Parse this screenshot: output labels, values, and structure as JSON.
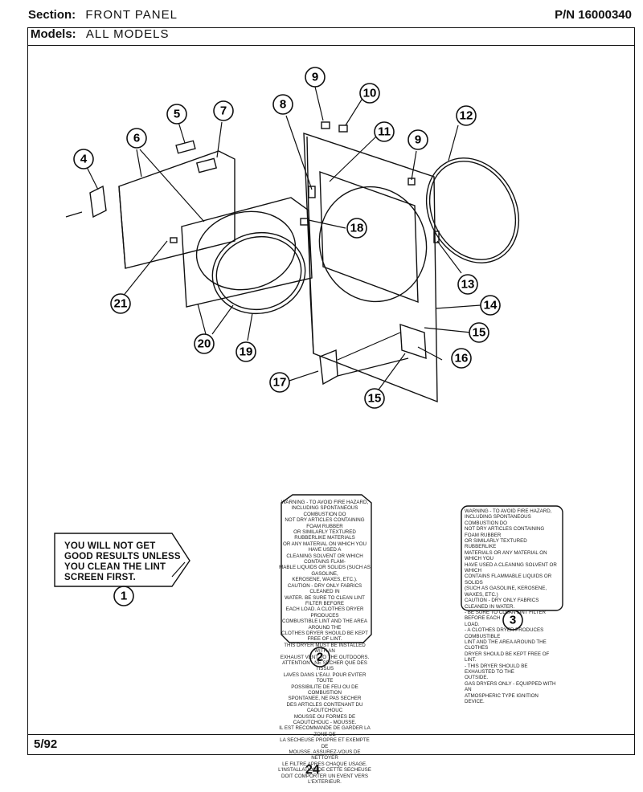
{
  "header": {
    "section_label": "Section:",
    "section_value": "FRONT PANEL",
    "models_label": "Models:",
    "models_value": "ALL MODELS",
    "part_number_label": "P/N",
    "part_number_value": "16000340"
  },
  "footer": {
    "date": "5/92",
    "page_number": "24"
  },
  "callouts": [
    "1",
    "2",
    "3",
    "4",
    "5",
    "6",
    "7",
    "8",
    "9",
    "9",
    "10",
    "11",
    "12",
    "13",
    "14",
    "15",
    "15",
    "16",
    "17",
    "18",
    "19",
    "20",
    "21"
  ],
  "labels": {
    "lint_warning": "YOU WILL NOT GET\nGOOD RESULTS UNLESS\nYOU CLEAN THE LINT\nSCREEN FIRST.",
    "fire_warning_label": "WARNING - TO AVOID FIRE HAZARD,\nINCLUDING SPONTANEOUS COMBUSTION DO\nNOT DRY ARTICLES CONTAINING FOAM RUBBER\nOR SIMILARLY TEXTURED RUBBERLIKE MATERIALS\nOR ANY MATERIAL ON WHICH YOU HAVE USED A\nCLEANING SOLVENT OR WHICH CONTAINS FLAM-\nMABLE LIQUIDS OR SOLIDS (SUCH AS GASOLINE,\nKEROSENE, WAXES, ETC.).\nCAUTION - DRY ONLY FABRICS CLEANED IN\nWATER. BE SURE TO CLEAN LINT FILTER BEFORE\nEACH LOAD. A CLOTHES DRYER PRODUCES\nCOMBUSTIBLE LINT AND THE AREA AROUND THE\nCLOTHES DRYER SHOULD BE KEPT FREE OF LINT.\nTHIS DRYER MUST BE INSTALLED WITH AN\nEXHAUST VENT TO THE OUTDOORS.\nATTENTION - NE SECHER QUE DES TISSUS\nLAVES DANS L'EAU. POUR EVITER TOUTE\nPOSSIBILITE DE FEU OU DE COMBUSTION\nSPONTANEE, NE PAS SECHER\nDES ARTICLES CONTENANT DU CAOUTCHOUC\nMOUSSE OU FORMES DE CAOUTCHOUC - MOUSSE.\nIL EST RECOMMANDE DE GARDER LA ZONE DE\nLA SECHEUSE PROPRE ET EXEMPTE DE\nMOUSSE. ASSUREZ-VOUS DE NETTOYER\nLE FILTRE APRES CHAQUE USAGE.\nL'INSTALLATION DE CETTE SECHEUSE\nDOIT COMPORTER UN EVENT VERS\nL'EXTERIEUR.",
    "gas_warning_label": "WARNING - TO AVOID FIRE HAZARD,\nINCLUDING SPONTANEOUS COMBUSTION DO\nNOT DRY ARTICLES CONTAINING FOAM RUBBER\nOR SIMILARLY TEXTURED RUBBERLIKE\nMATERIALS OR ANY MATERIAL ON WHICH YOU\nHAVE USED A CLEANING SOLVENT OR WHICH\nCONTAINS FLAMMABLE LIQUIDS OR SOLIDS\n(SUCH AS GASOLINE, KEROSENE, WAXES, ETC.)\nCAUTION - DRY ONLY FABRICS CLEANED IN WATER.\n- BE SURE TO CLEAN LINT FILTER BEFORE EACH\nLOAD.\n- A CLOTHES DRYER PRODUCES COMBUSTIBLE\nLINT AND THE AREA AROUND THE CLOTHES\nDRYER SHOULD BE KEPT FREE OF LINT.\n- THIS DRYER SHOULD BE EXHAUSTED TO THE\nOUTSIDE.\nGAS DRYERS ONLY - EQUIPPED WITH AN\nATMOSPHERIC TYPE IGNITION DEVICE."
  }
}
